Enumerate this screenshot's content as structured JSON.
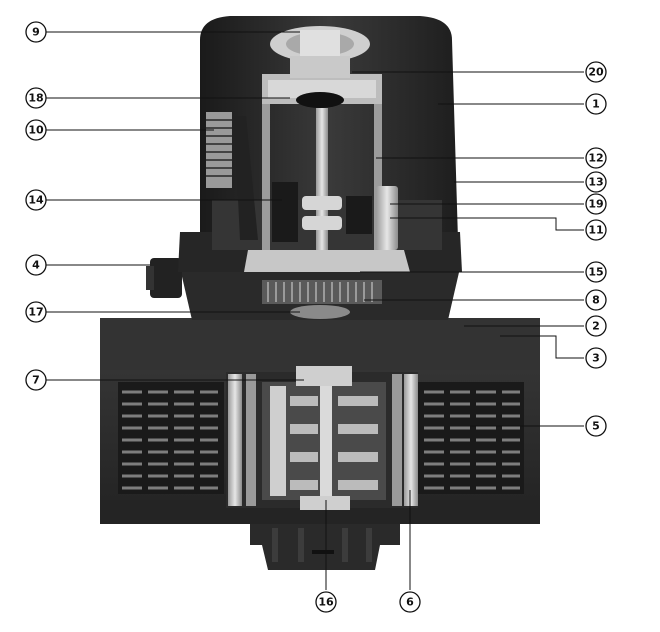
{
  "callouts": [
    {
      "id": "9",
      "label": "9"
    },
    {
      "id": "18",
      "label": "18"
    },
    {
      "id": "10",
      "label": "10"
    },
    {
      "id": "14",
      "label": "14"
    },
    {
      "id": "4",
      "label": "4"
    },
    {
      "id": "17",
      "label": "17"
    },
    {
      "id": "7",
      "label": "7"
    },
    {
      "id": "20",
      "label": "20"
    },
    {
      "id": "1",
      "label": "1"
    },
    {
      "id": "12",
      "label": "12"
    },
    {
      "id": "13",
      "label": "13"
    },
    {
      "id": "19",
      "label": "19"
    },
    {
      "id": "11",
      "label": "11"
    },
    {
      "id": "15",
      "label": "15"
    },
    {
      "id": "8",
      "label": "8"
    },
    {
      "id": "2",
      "label": "2"
    },
    {
      "id": "3",
      "label": "3"
    },
    {
      "id": "5",
      "label": "5"
    },
    {
      "id": "16",
      "label": "16"
    },
    {
      "id": "6",
      "label": "6"
    }
  ],
  "colors": {
    "housing": "#2e2e2e",
    "housing_dark": "#1c1c1c",
    "metal": "#bdbdbd",
    "metal_light": "#dcdcdc",
    "spring": "#8a8a8a"
  }
}
